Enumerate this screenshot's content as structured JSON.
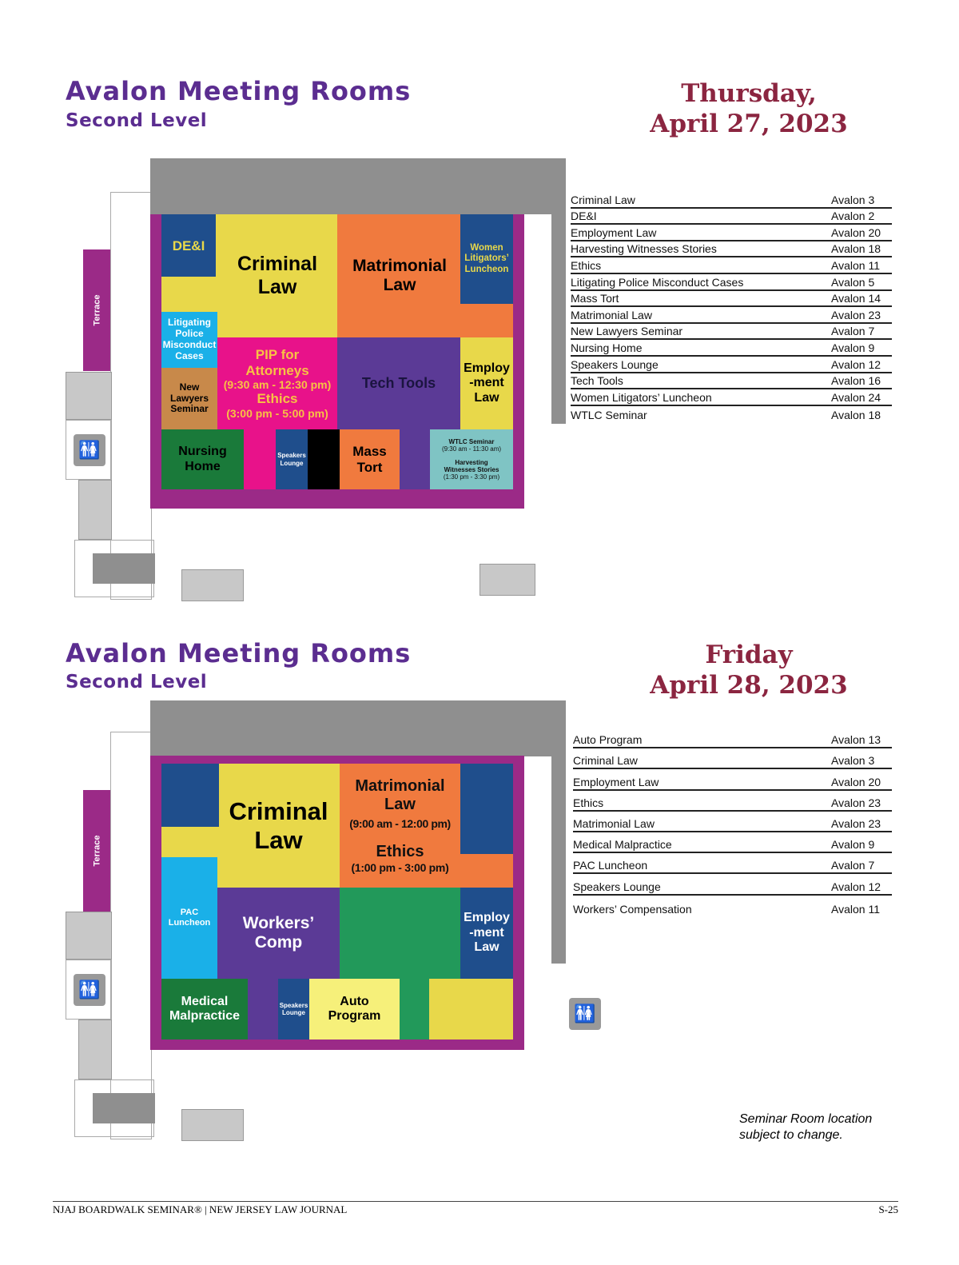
{
  "thursday": {
    "title": "Avalon Meeting Rooms",
    "subtitle": "Second Level",
    "day": "Thursday,",
    "date": "April 27, 2023",
    "terrace": "Terrace",
    "restroom_icon": "restroom-icon",
    "rooms": {
      "dei": "DE&I",
      "criminal": [
        "Criminal",
        "Law"
      ],
      "matrimonial": [
        "Matrimonial",
        "Law"
      ],
      "women": [
        "Women",
        "Litigators’",
        "Luncheon"
      ],
      "litigating": [
        "Litigating",
        "Police",
        "Misconduct",
        "Cases"
      ],
      "new_lawyers": [
        "New",
        "Lawyers",
        "Seminar"
      ],
      "pip": [
        "PIP for",
        "Attorneys",
        "(9:30 am - 12:30 pm)",
        "Ethics",
        "(3:00 pm - 5:00 pm)"
      ],
      "tech": "Tech Tools",
      "employment": [
        "Employ",
        "-ment",
        "Law"
      ],
      "nursing": [
        "Nursing",
        "Home"
      ],
      "speakers": [
        "Speakers",
        "Lounge"
      ],
      "mass_tort": [
        "Mass",
        "Tort"
      ],
      "wtlc": [
        "WTLC Seminar",
        "(9:30 am - 11:30 am)",
        "Harvesting",
        "Witnesses Stories",
        "(1:30 pm - 3:30 pm)"
      ]
    },
    "list": [
      {
        "session": "Criminal Law",
        "room": "Avalon 3"
      },
      {
        "session": "DE&I",
        "room": "Avalon 2"
      },
      {
        "session": "Employment Law",
        "room": "Avalon 20"
      },
      {
        "session": "Harvesting Witnesses Stories",
        "room": "Avalon 18"
      },
      {
        "session": "Ethics",
        "room": "Avalon 11"
      },
      {
        "session": "Litigating Police Misconduct Cases",
        "room": "Avalon 5"
      },
      {
        "session": "Mass Tort",
        "room": "Avalon 14"
      },
      {
        "session": "Matrimonial Law",
        "room": "Avalon 23"
      },
      {
        "session": "New Lawyers Seminar",
        "room": "Avalon 7"
      },
      {
        "session": "Nursing Home",
        "room": "Avalon 9"
      },
      {
        "session": "Speakers Lounge",
        "room": "Avalon 12"
      },
      {
        "session": "Tech Tools",
        "room": "Avalon 16"
      },
      {
        "session": "Women Litigators’ Luncheon",
        "room": "Avalon 24"
      },
      {
        "session": "WTLC Seminar",
        "room": "Avalon 18"
      }
    ]
  },
  "friday": {
    "title": "Avalon Meeting Rooms",
    "subtitle": "Second Level",
    "day": "Friday",
    "date": "April 28, 2023",
    "terrace": "Terrace",
    "rooms": {
      "criminal": [
        "Criminal",
        "Law"
      ],
      "matrimonial": [
        "Matrimonial",
        "Law",
        "(9:00 am - 12:00 pm)",
        "Ethics",
        "(1:00 pm - 3:00 pm)"
      ],
      "pac": [
        "PAC",
        "Luncheon"
      ],
      "workers": [
        "Workers’",
        "Comp"
      ],
      "employment": [
        "Employ",
        "-ment",
        "Law"
      ],
      "medical": [
        "Medical",
        "Malpractice"
      ],
      "speakers": [
        "Speakers",
        "Lounge"
      ],
      "auto": [
        "Auto",
        "Program"
      ]
    },
    "list": [
      {
        "session": "Auto Program",
        "room": "Avalon 13"
      },
      {
        "session": "Criminal Law",
        "room": "Avalon 3"
      },
      {
        "session": "Employment Law",
        "room": "Avalon 20"
      },
      {
        "session": "Ethics",
        "room": "Avalon 23"
      },
      {
        "session": "Matrimonial Law",
        "room": "Avalon 23"
      },
      {
        "session": "Medical Malpractice",
        "room": "Avalon 9"
      },
      {
        "session": "PAC Luncheon",
        "room": "Avalon 7"
      },
      {
        "session": "Speakers Lounge",
        "room": "Avalon 12"
      },
      {
        "session": "Workers’ Compensation",
        "room": "Avalon 11"
      }
    ],
    "note": [
      "Seminar Room location",
      "subject to change."
    ]
  },
  "footer": {
    "left": "NJAJ BOARDWALK SEMINAR® | NEW JERSEY LAW JOURNAL",
    "right": "S-25"
  }
}
